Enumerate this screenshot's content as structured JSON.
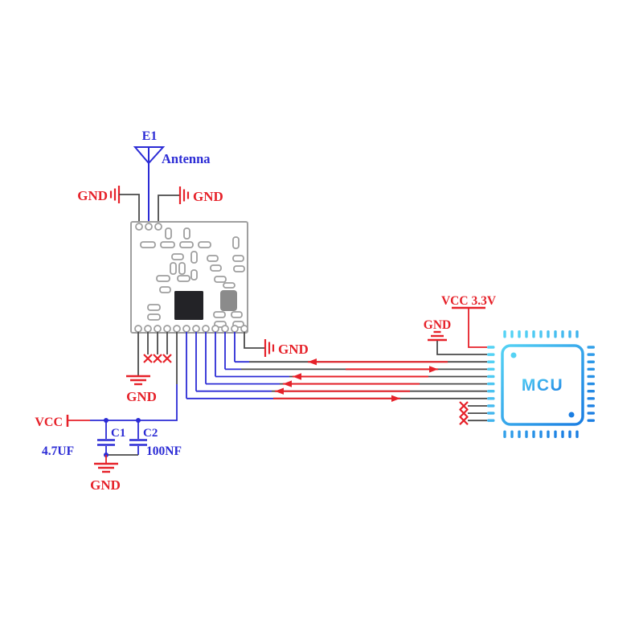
{
  "labels": {
    "e1": "E1",
    "antenna": "Antenna",
    "gnd": "GND",
    "vcc": "VCC",
    "vcc_3v3": "VCC 3.3V",
    "c1": "C1",
    "c2": "C2",
    "c1_value": "4.7UF",
    "c2_value": "100NF",
    "mcu": "MCU"
  },
  "colors": {
    "schematic_red": "#e62129",
    "schematic_blue": "#2b2bd5",
    "wire_gray": "#4a4a4a",
    "module_gray": "#9f9f9f",
    "ic_dark": "#232327",
    "ic_gray": "#8b8b8b",
    "mcu_gradient_start": "#54d2f4",
    "mcu_gradient_end": "#1b7ee2",
    "background": "#ffffff"
  },
  "module": {
    "top_pin_count": 3,
    "bottom_pin_count": 12,
    "no_connect_pins": 3
  },
  "mcu": {
    "pins_per_side": 11,
    "no_connect_pins": 3
  },
  "capacitors": [
    {
      "ref": "C1",
      "value": "4.7UF"
    },
    {
      "ref": "C2",
      "value": "100NF"
    }
  ],
  "signals": [
    {
      "index": 1,
      "direction": "to-module"
    },
    {
      "index": 2,
      "direction": "to-mcu"
    },
    {
      "index": 3,
      "direction": "to-module"
    },
    {
      "index": 4,
      "direction": "to-module"
    },
    {
      "index": 5,
      "direction": "to-module"
    },
    {
      "index": 6,
      "direction": "to-mcu"
    }
  ]
}
